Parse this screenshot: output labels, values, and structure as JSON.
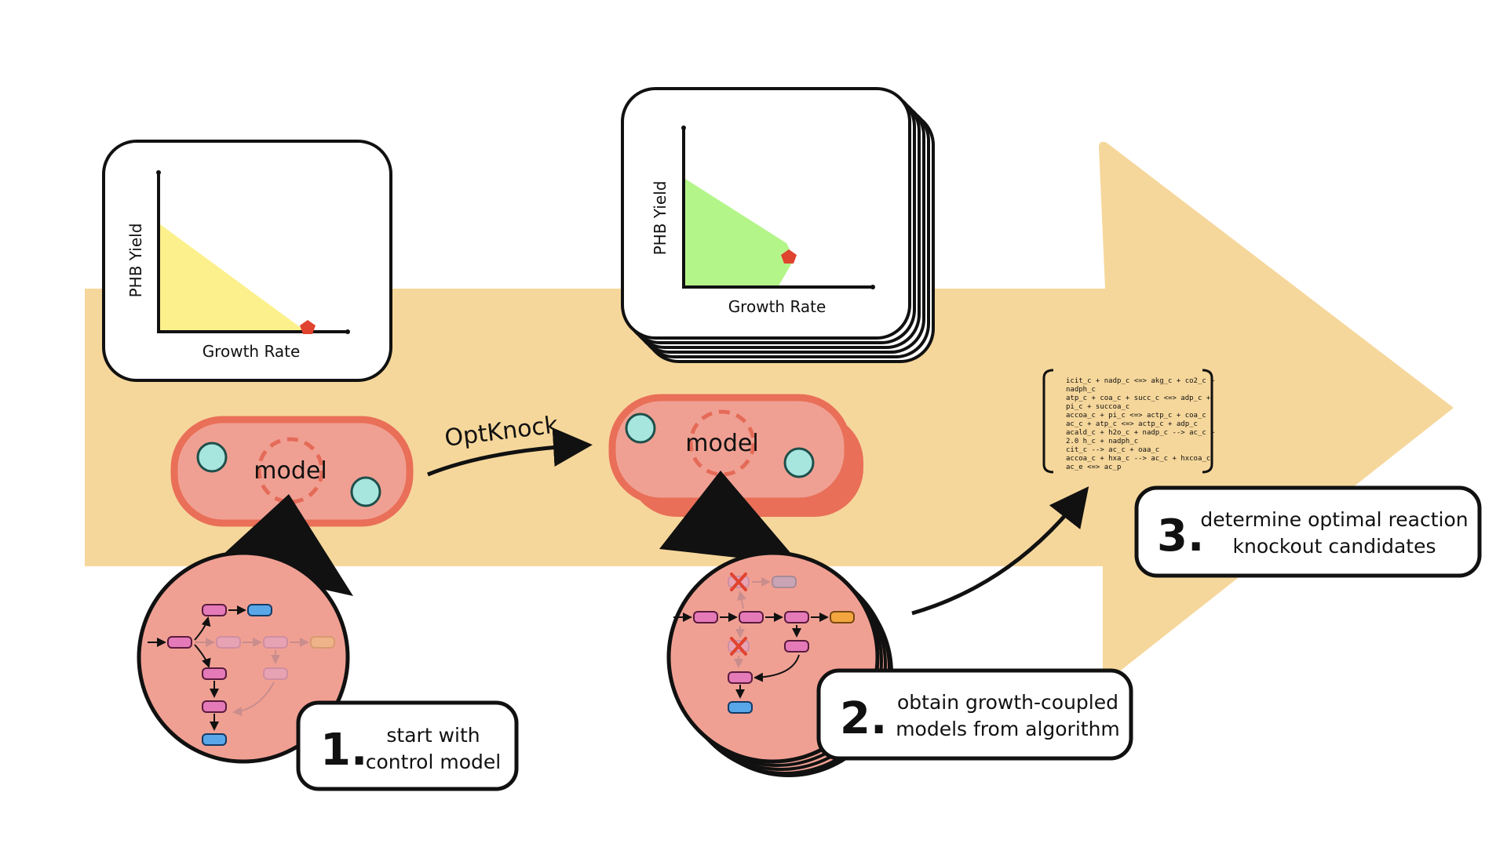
{
  "colors": {
    "arrow": "#f6d79b",
    "cell_fill": "#f0a093",
    "cell_border": "#e96f58",
    "molecule": "#a6e6df",
    "yellow_region": "#fcf08c",
    "green_region": "#b4f58a",
    "marker": "#e0432f",
    "node_pink": "#e57ab8",
    "node_blue": "#5aa7e8",
    "node_orange": "#f3a640",
    "node_grey": "#c9a4b4"
  },
  "plots": {
    "left": {
      "ylabel": "PHB Yield",
      "xlabel": "Growth Rate"
    },
    "right": {
      "ylabel": "PHB Yield",
      "xlabel": "Growth Rate"
    }
  },
  "cells": {
    "left_label": "model",
    "right_label": "model"
  },
  "optknock_label": "OptKnock",
  "steps": {
    "s1": {
      "number": "1.",
      "line1": "start with",
      "line2": "control model"
    },
    "s2": {
      "number": "2.",
      "line1": "obtain growth-coupled",
      "line2": "models from algorithm"
    },
    "s3": {
      "number": "3.",
      "line1": "determine optimal reaction",
      "line2": "knockout candidates"
    }
  },
  "reactions": [
    "icit_c + nadp_c <=> akg_c + co2_c +",
    "nadph_c",
    "atp_c + coa_c + succ_c <=> adp_c +",
    "pi_c + succoa_c",
    "accoa_c + pi_c <=> actp_c + coa_c",
    "ac_c + atp_c <=> actp_c + adp_c",
    "acald_c + h2o_c + nadp_c --> ac_c +",
    "2.0 h_c + nadph_c",
    "cit_c --> ac_c + oaa_c",
    "accoa_c + hxa_c --> ac_c + hxcoa_c",
    "ac_e <=> ac_p"
  ]
}
